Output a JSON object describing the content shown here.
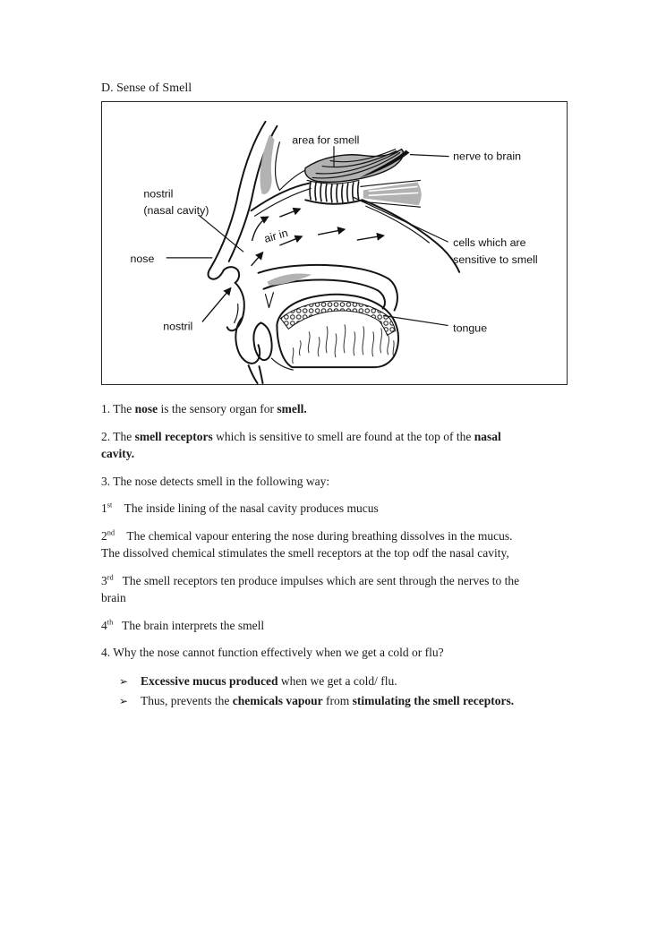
{
  "page_title": "D. Sense of Smell",
  "diagram": {
    "labels": {
      "area_for_smell": "area for smell",
      "nerve_to_brain": "nerve to brain",
      "nostril_cavity_1": "nostril",
      "nostril_cavity_2": "(nasal cavity)",
      "air_in": "air in",
      "nose": "nose",
      "nostril": "nostril",
      "cells_1": "cells which are",
      "cells_2": "sensitive to smell",
      "tongue": "tongue"
    }
  },
  "content": {
    "bullet_marker": "➢",
    "paragraphs": {
      "p1": [
        {
          "t": "1. The "
        },
        {
          "t": "nose",
          "b": true
        },
        {
          "t": " is the sensory organ for "
        },
        {
          "t": "smell.",
          "b": true
        }
      ],
      "p2": [
        {
          "t": "2. The "
        },
        {
          "t": "smell receptors",
          "b": true
        },
        {
          "t": " which is sensitive to smell are found at the top of the "
        },
        {
          "t": "nasal",
          "b": true
        },
        {
          "t": "\n"
        },
        {
          "t": "cavity.",
          "b": true
        }
      ],
      "p3": [
        {
          "t": "3. The nose detects smell in the following way:"
        }
      ],
      "s1": [
        {
          "t": "1"
        },
        {
          "t": "st",
          "sup": true
        },
        {
          "t": "    The inside lining of the nasal cavity produces mucus"
        }
      ],
      "s2": [
        {
          "t": "2"
        },
        {
          "t": "nd",
          "sup": true
        },
        {
          "t": "    The chemical vapour entering the nose during breathing dissolves in the mucus.\nThe dissolved chemical stimulates the smell receptors at the top odf the nasal cavity,"
        }
      ],
      "s3": [
        {
          "t": "3"
        },
        {
          "t": "rd",
          "sup": true
        },
        {
          "t": "   The smell receptors ten produce impulses which are sent through the nerves to the\nbrain"
        }
      ],
      "s4": [
        {
          "t": "4"
        },
        {
          "t": "th",
          "sup": true
        },
        {
          "t": "   The brain interprets the smell"
        }
      ],
      "p4": [
        {
          "t": "4. Why the nose cannot function effectively when we get a cold or flu?"
        }
      ]
    },
    "bullets": [
      [
        {
          "t": "Excessive mucus produced",
          "b": true
        },
        {
          "t": " when we get a cold/ flu."
        }
      ],
      [
        {
          "t": "Thus, prevents the "
        },
        {
          "t": "chemicals vapour",
          "b": true
        },
        {
          "t": " from "
        },
        {
          "t": "stimulating the smell receptors.",
          "b": true
        }
      ]
    ]
  }
}
